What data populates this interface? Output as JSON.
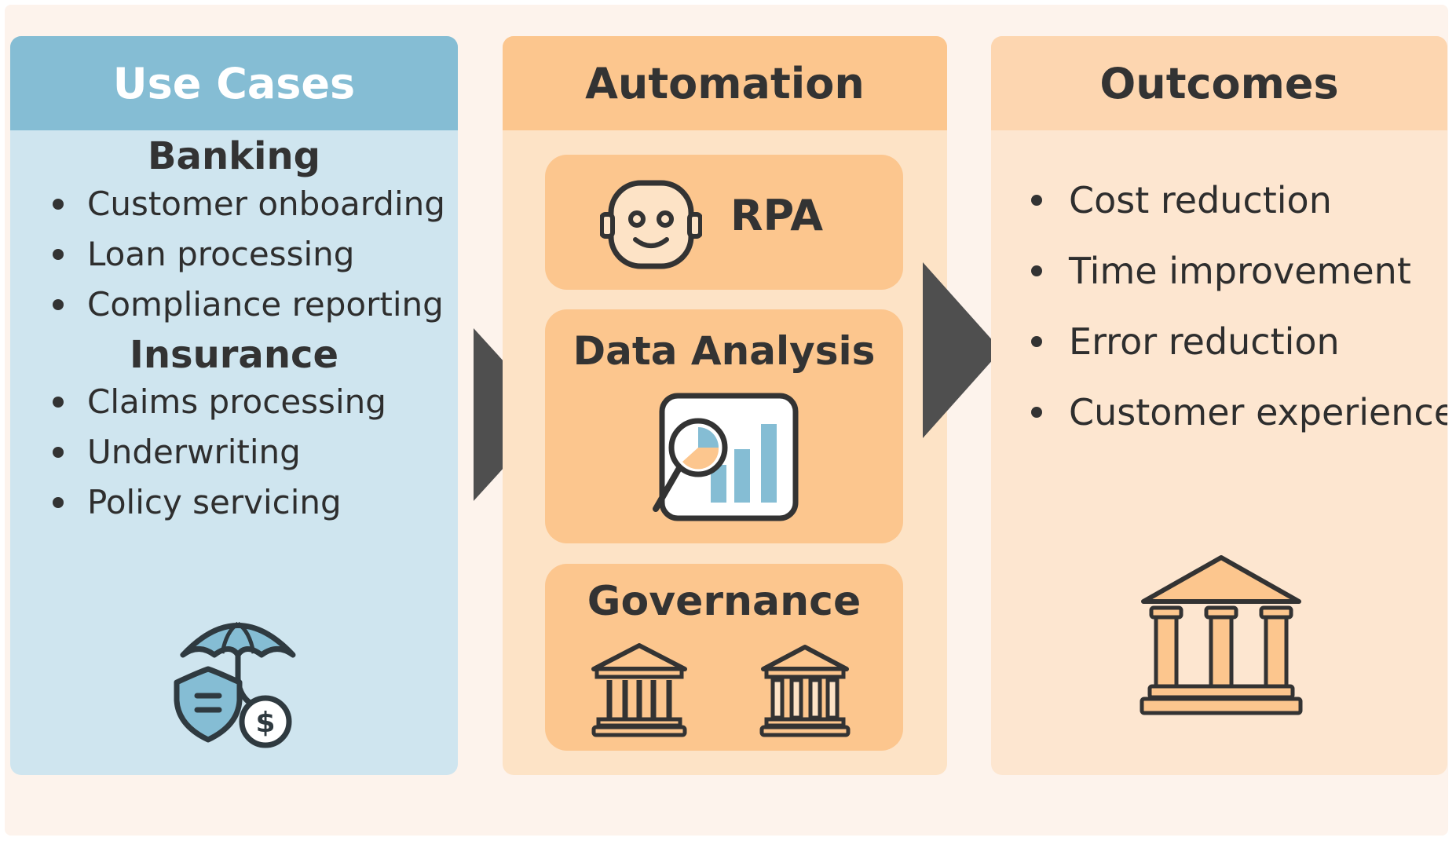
{
  "colors": {
    "use_cases_header": "#85bdd4",
    "use_cases_body": "#cfe5ef",
    "automation_header": "#fcc68e",
    "automation_body": "#fde3c6",
    "outcomes_header": "#fdd6b0",
    "outcomes_body": "#fde6d0",
    "arrow": "#4f4f4f",
    "text": "#333333"
  },
  "use_cases": {
    "title": "Use Cases",
    "banking": {
      "title": "Banking",
      "items": [
        "Customer onboarding",
        "Loan processing",
        "Compliance reporting"
      ]
    },
    "insurance": {
      "title": "Insurance",
      "items": [
        "Claims processing",
        "Underwriting",
        "Policy servicing"
      ]
    },
    "icon": "umbrella-shield-coin-icon"
  },
  "automation": {
    "title": "Automation",
    "cards": [
      {
        "label": "RPA",
        "icon": "robot-face-icon"
      },
      {
        "label": "Data Analysis",
        "icon": "chart-magnifier-icon"
      },
      {
        "label": "Governance",
        "icon": "bank-building-icon"
      }
    ]
  },
  "outcomes": {
    "title": "Outcomes",
    "items": [
      "Cost reduction",
      "Time improvement",
      "Error reduction",
      "Customer experience"
    ],
    "icon": "bank-building-icon"
  }
}
